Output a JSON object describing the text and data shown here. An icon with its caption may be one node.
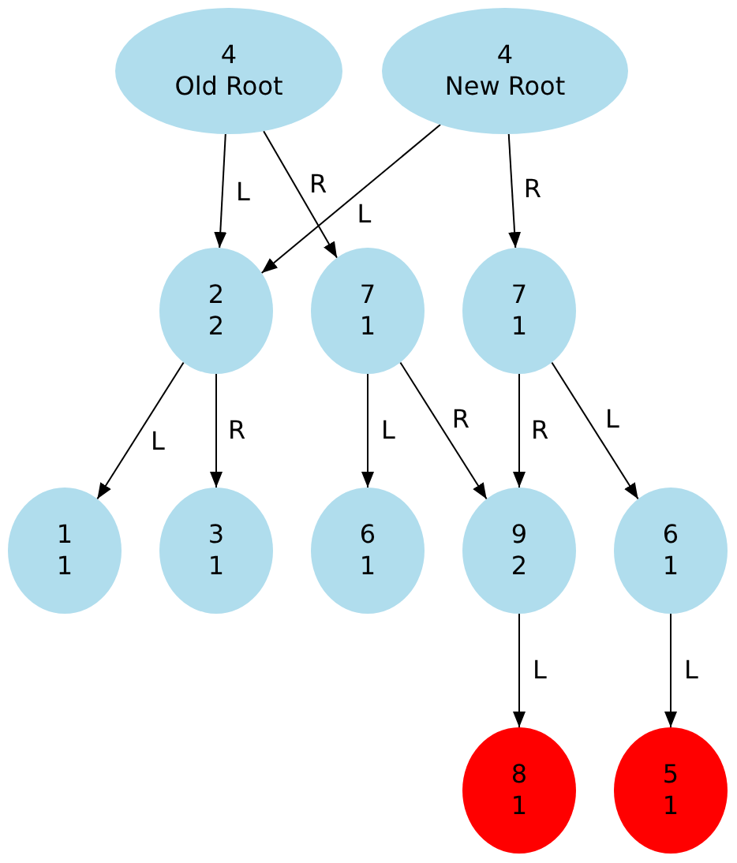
{
  "diagram": {
    "nodes": [
      {
        "text": [
          "4",
          "Old Root"
        ]
      },
      {
        "text": [
          "4",
          "New Root"
        ]
      },
      {
        "text": [
          "2",
          "2"
        ]
      },
      {
        "text": [
          "7",
          "1"
        ]
      },
      {
        "text": [
          "7",
          "1"
        ]
      },
      {
        "text": [
          "1",
          "1"
        ]
      },
      {
        "text": [
          "3",
          "1"
        ]
      },
      {
        "text": [
          "6",
          "1"
        ]
      },
      {
        "text": [
          "9",
          "2"
        ]
      },
      {
        "text": [
          "6",
          "1"
        ]
      },
      {
        "text": [
          "8",
          "1"
        ]
      },
      {
        "text": [
          "5",
          "1"
        ]
      }
    ],
    "edges": [
      {
        "from": 0,
        "to": 2,
        "arrow": "to",
        "label": "L"
      },
      {
        "from": 0,
        "to": 3,
        "arrow": "to",
        "label": "R"
      },
      {
        "from": 1,
        "to": 2,
        "arrow": "to",
        "label": "L"
      },
      {
        "from": 1,
        "to": 4,
        "arrow": "to",
        "label": "R"
      },
      {
        "from": 2,
        "to": 5,
        "arrow": "to",
        "label": "L"
      },
      {
        "from": 2,
        "to": 6,
        "arrow": "to",
        "label": "R"
      },
      {
        "from": 3,
        "to": 7,
        "arrow": "to",
        "label": "L"
      },
      {
        "from": 3,
        "to": 8,
        "arrow": "to",
        "label": "R"
      },
      {
        "from": 4,
        "to": 8,
        "arrow": "to",
        "label": "R"
      },
      {
        "from": 4,
        "to": 9,
        "arrow": "to",
        "label": "L"
      },
      {
        "from": 8,
        "to": 10,
        "arrow": "to",
        "label": "L"
      },
      {
        "from": 9,
        "to": 11,
        "arrow": "to",
        "label": "L"
      }
    ]
  }
}
